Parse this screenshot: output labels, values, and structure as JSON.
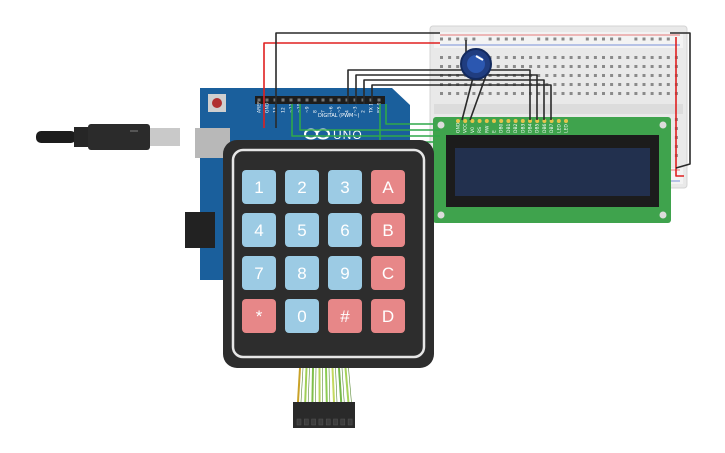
{
  "board": {
    "digital_label": "DIGITAL (PWM~)",
    "model_label": "UNO",
    "header_pins": [
      "AREF",
      "GND",
      "13",
      "12",
      "~11",
      "~10",
      "~9",
      "8",
      "7",
      "~6",
      "~5",
      "4",
      "~3",
      "2",
      "TX 1",
      "RX 0"
    ]
  },
  "keypad": {
    "keys": [
      {
        "label": "1",
        "kind": "digit"
      },
      {
        "label": "2",
        "kind": "digit"
      },
      {
        "label": "3",
        "kind": "digit"
      },
      {
        "label": "A",
        "kind": "letter"
      },
      {
        "label": "4",
        "kind": "digit"
      },
      {
        "label": "5",
        "kind": "digit"
      },
      {
        "label": "6",
        "kind": "digit"
      },
      {
        "label": "B",
        "kind": "letter"
      },
      {
        "label": "7",
        "kind": "digit"
      },
      {
        "label": "8",
        "kind": "digit"
      },
      {
        "label": "9",
        "kind": "digit"
      },
      {
        "label": "C",
        "kind": "letter"
      },
      {
        "label": "*",
        "kind": "symbol"
      },
      {
        "label": "0",
        "kind": "digit"
      },
      {
        "label": "#",
        "kind": "symbol"
      },
      {
        "label": "D",
        "kind": "letter"
      }
    ]
  },
  "lcd": {
    "pins": [
      "GND",
      "VCC",
      "V0",
      "RS",
      "RW",
      "E",
      "DB0",
      "DB1",
      "DB2",
      "DB3",
      "DB4",
      "DB5",
      "DB6",
      "DB7",
      "LED",
      "LED"
    ]
  },
  "colors": {
    "board_blue": "#1a5f9c",
    "keypad_frame": "#2d2d2d",
    "key_digit": "#9ccbe4",
    "key_accent": "#e78788",
    "lcd_pcb": "#3fa34d",
    "lcd_screen": "#22304e",
    "wire_red": "#e02020",
    "wire_black": "#2a2a2a",
    "wire_green": "#2fa84a"
  }
}
